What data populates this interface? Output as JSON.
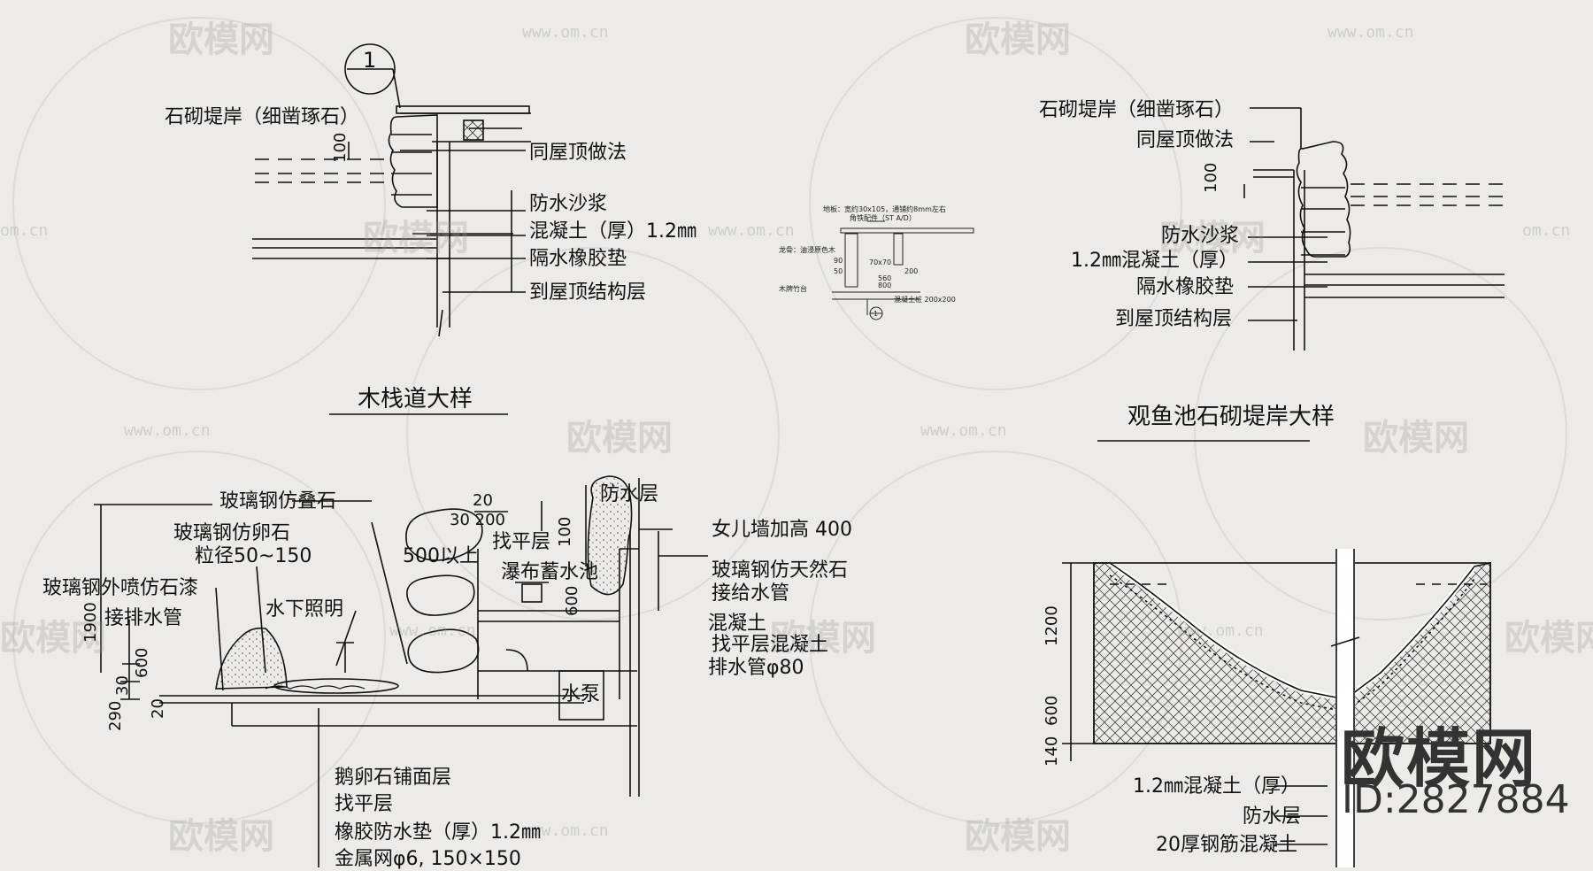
{
  "detail1": {
    "marker": "1",
    "dim": "100",
    "labels": [
      "石砌堤岸（细凿琢石）",
      "同屋顶做法",
      "防水沙浆",
      "混凝土（厚）1.2㎜",
      "隔水橡胶垫",
      "到屋顶结构层"
    ]
  },
  "detail2": {
    "title": "观鱼池石砌堤岸大样",
    "dim": "100",
    "labels": [
      "石砌堤岸（细凿琢石）",
      "同屋顶做法",
      "防水沙浆",
      "1.2㎜混凝土（厚）",
      "隔水橡胶垫",
      "到屋顶结构层"
    ]
  },
  "walkway": {
    "title": "木栈道大样",
    "marker": "1",
    "tiny_labels": [
      "地板：宽约30x105，通铺约8mm左右",
      "角铁配件（ST A/D）",
      "龙骨：油浸原色木",
      "木牌竹台",
      "70x70",
      "560",
      "800",
      "50",
      "200",
      "混凝土桩 200x200",
      "90"
    ]
  },
  "waterfall": {
    "labels": [
      "玻璃钢仿叠石",
      "玻璃钢仿卵石",
      "粒径50~150",
      "玻璃钢外喷仿石漆",
      "接排水管",
      "水下照明",
      "500以上",
      "瀑布蓄水池",
      "找平层",
      "防水层",
      "女儿墙加高 400",
      "玻璃钢仿天然石",
      "接给水管",
      "混凝土",
      "找平层混凝土",
      "排水管φ80",
      "水泵",
      "鹅卵石铺面层",
      "找平层",
      "橡胶防水垫（厚）1.2㎜",
      "金属网φ6, 150×150"
    ],
    "dims_h": [
      "20",
      "30 200"
    ],
    "dims_v": [
      "1900",
      "600",
      "30",
      "290",
      "20",
      "100",
      "600"
    ]
  },
  "pond": {
    "dims_v": [
      "1200",
      "600",
      "140"
    ],
    "labels": [
      "1.2㎜混凝土（厚）",
      "防水层",
      "20厚钢筋混凝土"
    ]
  },
  "watermark": {
    "text": "欧模网",
    "url": "www.om.cn",
    "partial_url": "om.cn",
    "brand": "欧模网",
    "id": "ID:2827884"
  }
}
